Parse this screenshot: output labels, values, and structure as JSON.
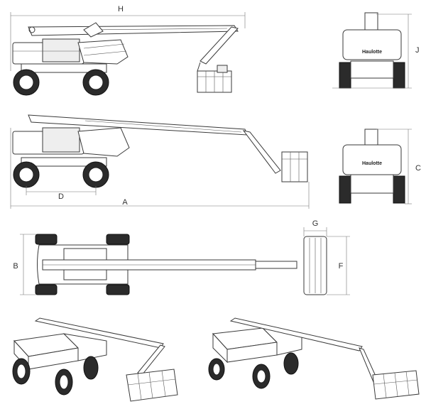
{
  "dimensions": {
    "H": "H",
    "J": "J",
    "D": "D",
    "A": "A",
    "C": "C",
    "G": "G",
    "B": "B",
    "F": "F"
  },
  "brand": {
    "front_logo_top": "Haulotte",
    "front_logo_bottom": "Haulotte"
  },
  "views": [
    "side-view-stowed",
    "rear-view-top",
    "side-view-extended",
    "rear-view-bottom",
    "top-view",
    "iso-view-left",
    "iso-view-right"
  ]
}
